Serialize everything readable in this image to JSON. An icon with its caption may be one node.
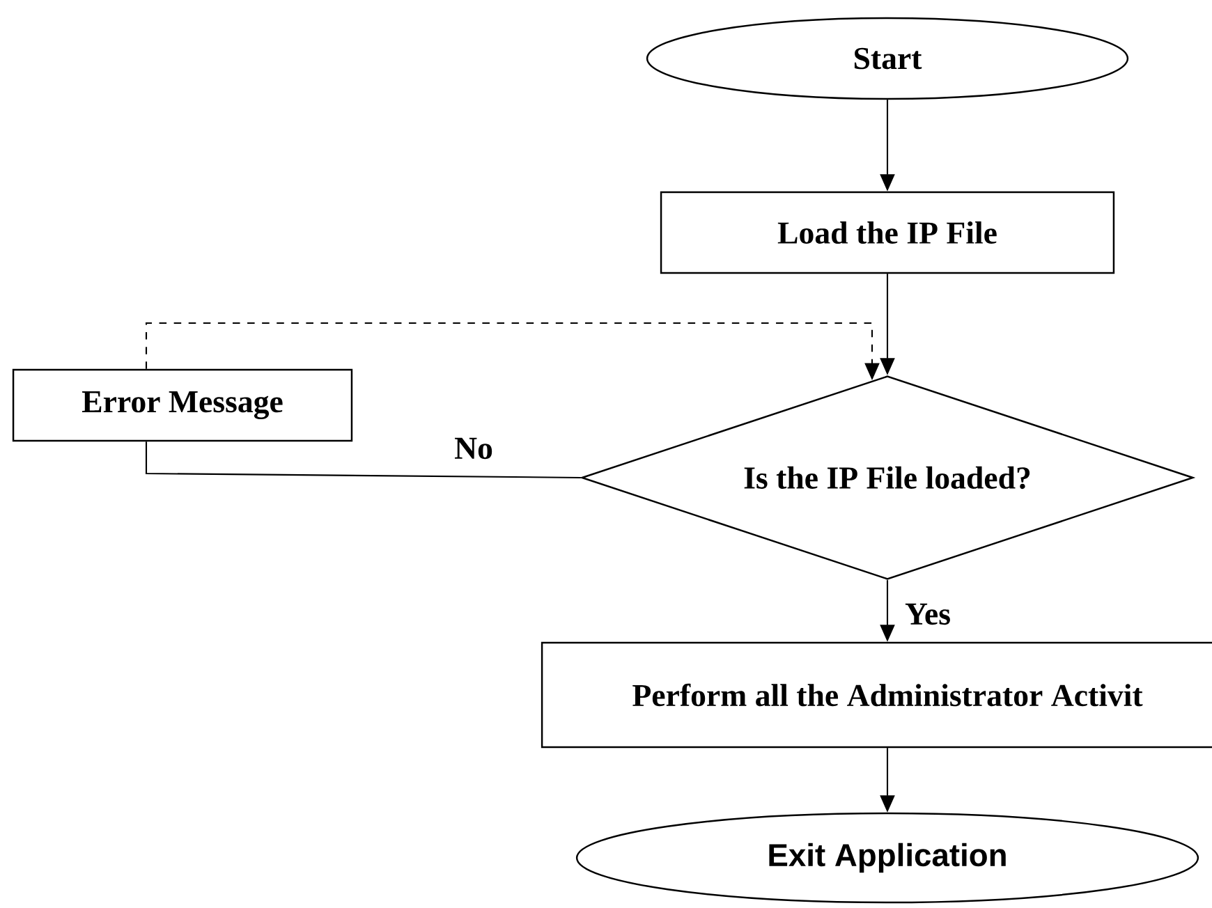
{
  "diagram": {
    "nodes": [
      {
        "text": [
          "Start"
        ]
      },
      {
        "text": [
          "Load the IP File"
        ]
      },
      {
        "text": [
          "Error Message"
        ]
      },
      {
        "text": [
          "Is the IP File loaded?"
        ]
      },
      {
        "text": [
          "Perform all the Administrator Activit"
        ]
      },
      {
        "text": [
          "Exit Application"
        ]
      }
    ],
    "edges": [
      {
        "from": 0,
        "to": 1,
        "arrow": "to"
      },
      {
        "from": 1,
        "to": 3,
        "arrow": "to"
      },
      {
        "from": 3,
        "to": 2,
        "arrow": "none",
        "label": "No"
      },
      {
        "from": 2,
        "to": 3,
        "arrow": "to",
        "style": "dashed"
      },
      {
        "from": 3,
        "to": 4,
        "arrow": "to",
        "label": "Yes"
      },
      {
        "from": 4,
        "to": 5,
        "arrow": "to"
      }
    ]
  }
}
